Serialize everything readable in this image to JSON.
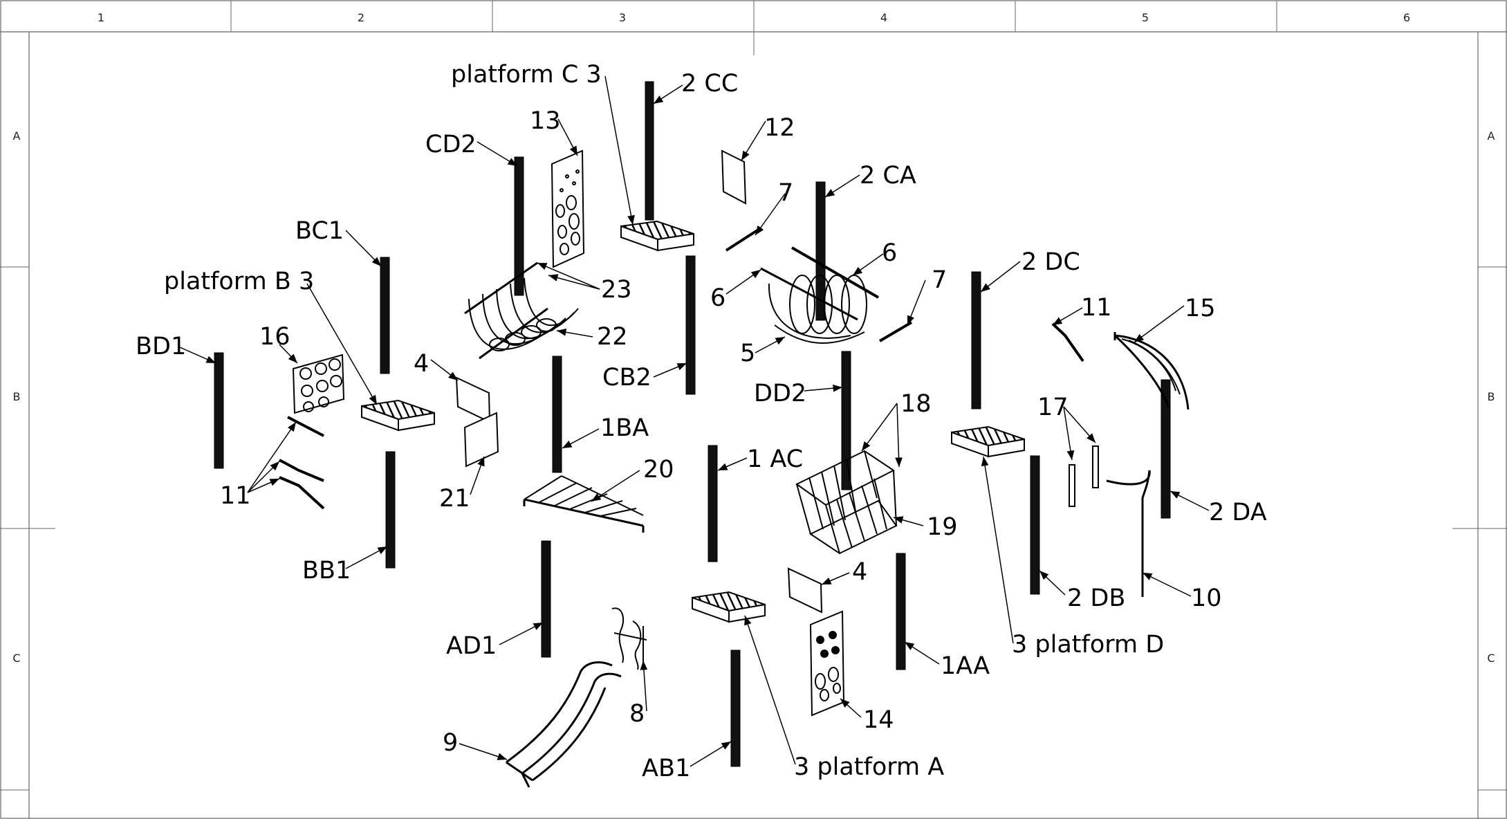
{
  "zones": {
    "columns": [
      "1",
      "2",
      "3",
      "4",
      "5",
      "6"
    ],
    "rows": [
      "A",
      "B",
      "C"
    ]
  },
  "callouts": [
    {
      "id": "platform-c",
      "text": "platform C  3"
    },
    {
      "id": "2cc",
      "text": "2 CC"
    },
    {
      "id": "13",
      "text": "13"
    },
    {
      "id": "12",
      "text": "12"
    },
    {
      "id": "cd2",
      "text": "CD2"
    },
    {
      "id": "2ca",
      "text": "2 CA"
    },
    {
      "id": "7a",
      "text": "7"
    },
    {
      "id": "bc1",
      "text": "BC1"
    },
    {
      "id": "6a",
      "text": "6"
    },
    {
      "id": "7b",
      "text": "7"
    },
    {
      "id": "2dc",
      "text": "2 DC"
    },
    {
      "id": "platform-b",
      "text": "platform B  3"
    },
    {
      "id": "23",
      "text": "23"
    },
    {
      "id": "6b",
      "text": "6"
    },
    {
      "id": "11a",
      "text": "11"
    },
    {
      "id": "15",
      "text": "15"
    },
    {
      "id": "16",
      "text": "16"
    },
    {
      "id": "22",
      "text": "22"
    },
    {
      "id": "bd1",
      "text": "BD1"
    },
    {
      "id": "5",
      "text": "5"
    },
    {
      "id": "4a",
      "text": "4"
    },
    {
      "id": "cb2",
      "text": "CB2"
    },
    {
      "id": "dd2",
      "text": "DD2"
    },
    {
      "id": "18",
      "text": "18"
    },
    {
      "id": "17",
      "text": "17"
    },
    {
      "id": "1ba",
      "text": "1BA"
    },
    {
      "id": "1ac",
      "text": "1 AC"
    },
    {
      "id": "20",
      "text": "20"
    },
    {
      "id": "11b",
      "text": "11"
    },
    {
      "id": "21",
      "text": "21"
    },
    {
      "id": "19",
      "text": "19"
    },
    {
      "id": "2da",
      "text": "2 DA"
    },
    {
      "id": "bb1",
      "text": "BB1"
    },
    {
      "id": "4b",
      "text": "4"
    },
    {
      "id": "2db",
      "text": "2 DB"
    },
    {
      "id": "10",
      "text": "10"
    },
    {
      "id": "ad1",
      "text": "AD1"
    },
    {
      "id": "platform-d",
      "text": "3 platform D"
    },
    {
      "id": "1aa",
      "text": "1AA"
    },
    {
      "id": "14",
      "text": "14"
    },
    {
      "id": "8",
      "text": "8"
    },
    {
      "id": "9",
      "text": "9"
    },
    {
      "id": "ab1",
      "text": "AB1"
    },
    {
      "id": "platform-a",
      "text": "3 platform A"
    }
  ]
}
